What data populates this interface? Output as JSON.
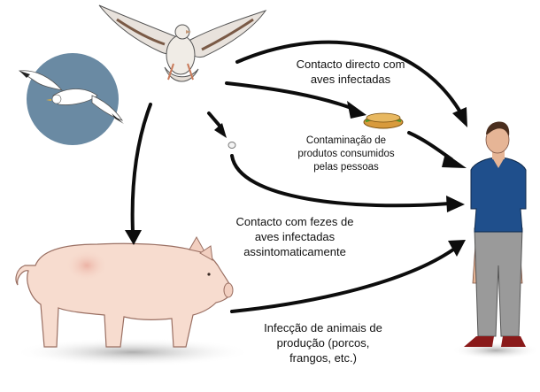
{
  "colors": {
    "arrow": "#0d0d0d",
    "pig": "#f7dccf",
    "pig_outline": "#9a6f62",
    "sky_circle": "#6a8aa3",
    "shirt": "#1f4f8c",
    "trousers": "#9a9a9a",
    "shoes": "#8a1a1a"
  },
  "illustrations": {
    "pigeon": "pigeon-illustration",
    "seagull": "seagull-illustration",
    "food": "sandwich-illustration",
    "pig": "pig-illustration",
    "person": "man-illustration"
  },
  "labels": {
    "direct_contact": [
      "Contacto directo com",
      "aves infectadas"
    ],
    "food_contamination": [
      "Contaminação de",
      "produtos consumidos",
      "pelas pessoas"
    ],
    "feces_contact": [
      "Contacto com fezes de",
      "aves infectadas",
      "assintomaticamente"
    ],
    "farm_animals": [
      "Infecção de animais de",
      "produção (porcos,",
      "frangos, etc.)"
    ]
  }
}
